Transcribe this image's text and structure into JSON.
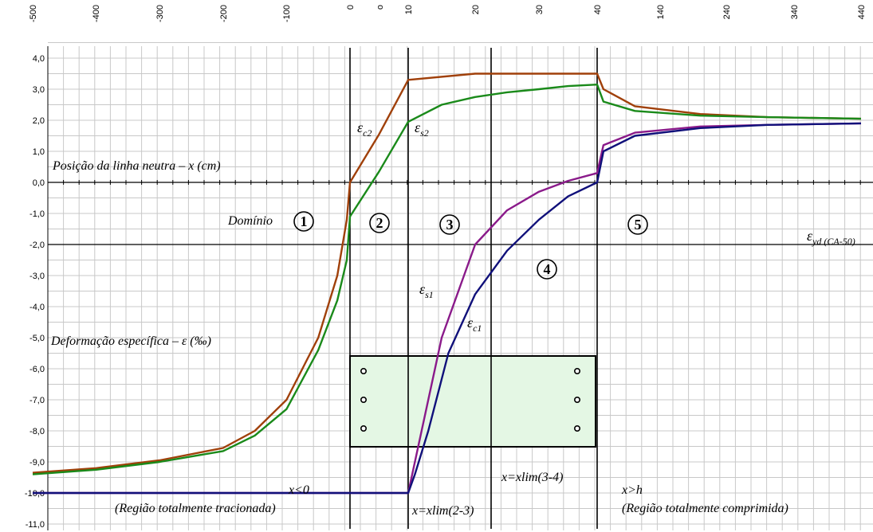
{
  "chart_data": {
    "type": "line",
    "y_axis": {
      "ylim": [
        -11.0,
        4.5
      ],
      "ticks": [
        "4,0",
        "3,0",
        "2,0",
        "1,0",
        "0,0",
        "-1,0",
        "-2,0",
        "-3,0",
        "-4,0",
        "-5,0",
        "-6,0",
        "-7,0",
        "-8,0",
        "-9,0",
        "-10,0",
        "-11,0"
      ],
      "tick_values": [
        4,
        3,
        2,
        1,
        0,
        -1,
        -2,
        -3,
        -4,
        -5,
        -6,
        -7,
        -8,
        -9,
        -10,
        -11
      ]
    },
    "x_axis_top_ticks": [
      "-500",
      "-400",
      "-300",
      "-200",
      "-100",
      "0",
      "o",
      "10",
      "20",
      "30",
      "40",
      "140",
      "240",
      "340",
      "440"
    ],
    "x_axis_label": "Posição da linha neutra – x (cm)",
    "y_axis_label": "Deformação específica –  ε (‰)",
    "grid": true,
    "reference_line": {
      "y": -2.0,
      "label_main": "ε",
      "label_sub": "yd (CA-50)"
    },
    "domains": [
      {
        "number": "1"
      },
      {
        "number": "2"
      },
      {
        "number": "3"
      },
      {
        "number": "4"
      },
      {
        "number": "5"
      }
    ],
    "series": [
      {
        "name_main": "ε",
        "name_sub": "c2",
        "color": "#a0400a",
        "points": [
          [
            -500,
            -9.35
          ],
          [
            -400,
            -9.2
          ],
          [
            -300,
            -8.95
          ],
          [
            -200,
            -8.55
          ],
          [
            -150,
            -8.0
          ],
          [
            -100,
            -7.0
          ],
          [
            -50,
            -5.0
          ],
          [
            -20,
            -3.0
          ],
          [
            -5,
            -1.2
          ],
          [
            0,
            0.0
          ],
          [
            5,
            1.55
          ],
          [
            10,
            3.3
          ],
          [
            20,
            3.5
          ],
          [
            30,
            3.5
          ],
          [
            40,
            3.5
          ],
          [
            50,
            3.0
          ],
          [
            100,
            2.45
          ],
          [
            200,
            2.2
          ],
          [
            300,
            2.1
          ],
          [
            440,
            2.05
          ]
        ]
      },
      {
        "name_main": "ε",
        "name_sub": "s2",
        "color": "#1a8a1a",
        "points": [
          [
            -500,
            -9.4
          ],
          [
            -400,
            -9.25
          ],
          [
            -300,
            -9.0
          ],
          [
            -200,
            -8.65
          ],
          [
            -150,
            -8.15
          ],
          [
            -100,
            -7.3
          ],
          [
            -50,
            -5.4
          ],
          [
            -20,
            -3.8
          ],
          [
            -5,
            -2.5
          ],
          [
            0,
            -1.1
          ],
          [
            5,
            0.35
          ],
          [
            10,
            1.95
          ],
          [
            15,
            2.5
          ],
          [
            20,
            2.75
          ],
          [
            25,
            2.9
          ],
          [
            30,
            3.0
          ],
          [
            35,
            3.1
          ],
          [
            40,
            3.15
          ],
          [
            50,
            2.6
          ],
          [
            100,
            2.3
          ],
          [
            200,
            2.15
          ],
          [
            300,
            2.1
          ],
          [
            440,
            2.05
          ]
        ]
      },
      {
        "name_main": "ε",
        "name_sub": "s1",
        "color": "#8a1a8a",
        "points": [
          [
            -500,
            -10.0
          ],
          [
            0,
            -10.0
          ],
          [
            10,
            -10.0
          ],
          [
            12,
            -8.0
          ],
          [
            15,
            -5.0
          ],
          [
            20,
            -2.0
          ],
          [
            25,
            -0.9
          ],
          [
            30,
            -0.3
          ],
          [
            35,
            0.05
          ],
          [
            40,
            0.3
          ],
          [
            50,
            1.2
          ],
          [
            100,
            1.6
          ],
          [
            200,
            1.8
          ],
          [
            300,
            1.85
          ],
          [
            440,
            1.9
          ]
        ]
      },
      {
        "name_main": "ε",
        "name_sub": "c1",
        "color": "#10107a",
        "points": [
          [
            -500,
            -10.0
          ],
          [
            0,
            -10.0
          ],
          [
            10,
            -10.0
          ],
          [
            11,
            -9.4
          ],
          [
            13,
            -8.0
          ],
          [
            16,
            -5.5
          ],
          [
            20,
            -3.6
          ],
          [
            25,
            -2.2
          ],
          [
            30,
            -1.2
          ],
          [
            35,
            -0.45
          ],
          [
            40,
            0.0
          ],
          [
            50,
            1.0
          ],
          [
            100,
            1.5
          ],
          [
            200,
            1.75
          ],
          [
            300,
            1.85
          ],
          [
            440,
            1.9
          ]
        ]
      }
    ],
    "annotations": {
      "dominio": "Domínio",
      "x_lt_0": "x<0",
      "tracionada": "(Região totalmente tracionada)",
      "xlim23": "x=xlim(2-3)",
      "xlim34": "x=xlim(3-4)",
      "x_gt_h": "x>h",
      "comprimida": "(Região totalmente comprimida)"
    },
    "section_box": {
      "fill": "#e4f7e4"
    }
  }
}
